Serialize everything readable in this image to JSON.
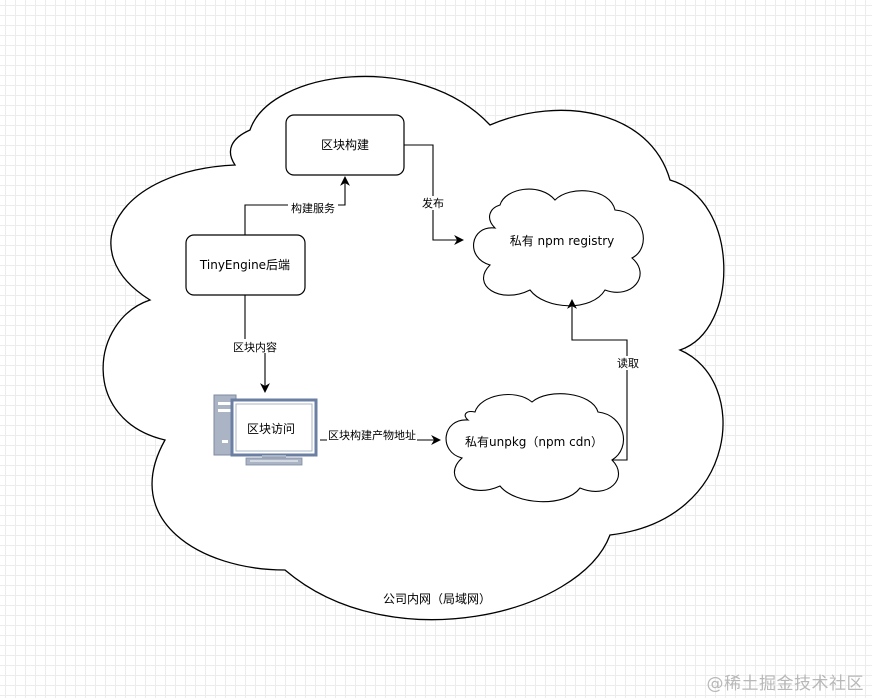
{
  "colors": {
    "stroke": "#000000",
    "background": "#ffffff",
    "grid": "#e6e6e6",
    "computer_body": "#aab4c4",
    "computer_screen_border": "#6b7fa3",
    "watermark": "#b8b8b8"
  },
  "diagram": {
    "outer_cloud_label": "公司内网（局域网）",
    "nodes": {
      "block_build": {
        "label": "区块构建"
      },
      "tinyengine_backend": {
        "label": "TinyEngine后端"
      },
      "npm_registry": {
        "label": "私有 npm registry"
      },
      "unpkg": {
        "label": "私有unpkg（npm cdn）"
      },
      "block_access": {
        "label": "区块访问",
        "icon": "desktop-computer-icon"
      }
    },
    "edges": {
      "build_service": {
        "label": "构建服务"
      },
      "publish": {
        "label": "发布"
      },
      "block_content": {
        "label": "区块内容"
      },
      "artifact_address": {
        "label": "区块构建产物地址"
      },
      "read": {
        "label": "读取"
      }
    }
  },
  "watermark": "@稀土掘金技术社区"
}
